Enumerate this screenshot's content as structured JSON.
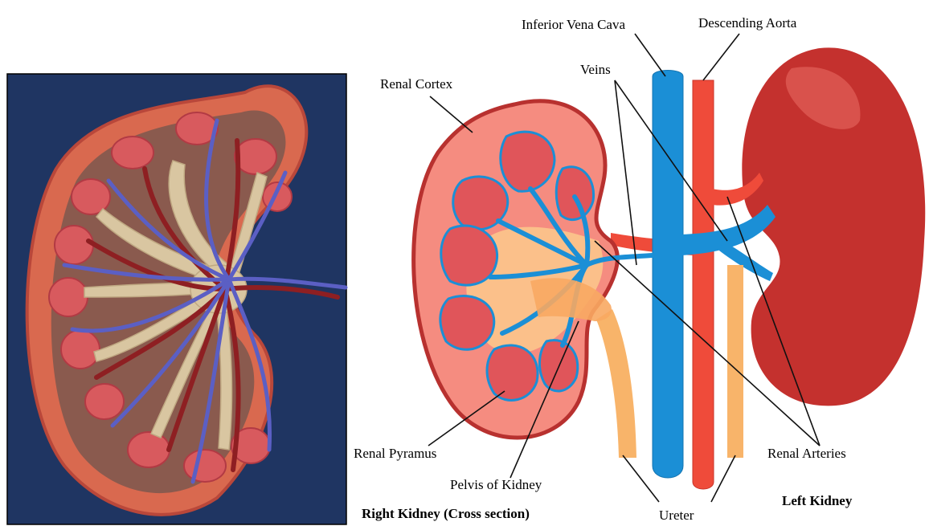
{
  "left_panel": {
    "background_color": "#1f3562"
  },
  "labels": {
    "inferior_vena_cava": "Inferior Vena Cava",
    "descending_aorta": "Descending Aorta",
    "veins": "Veins",
    "renal_cortex": "Renal Cortex",
    "renal_pyramus": "Renal Pyramus",
    "pelvis_of_kidney": "Pelvis of Kidney",
    "renal_arteries": "Renal Arteries",
    "ureter": "Ureter"
  },
  "captions": {
    "right_kidney": "Right Kidney (Cross section)",
    "left_kidney": "Left Kidney"
  },
  "colors": {
    "vein_blue": "#1b8fd6",
    "artery_red": "#ef4b3a",
    "kidney_red": "#c4312e",
    "cortex_pink": "#f58c80",
    "pyramid_red": "#e0555a",
    "ureter_orange": "#f8b46a"
  }
}
